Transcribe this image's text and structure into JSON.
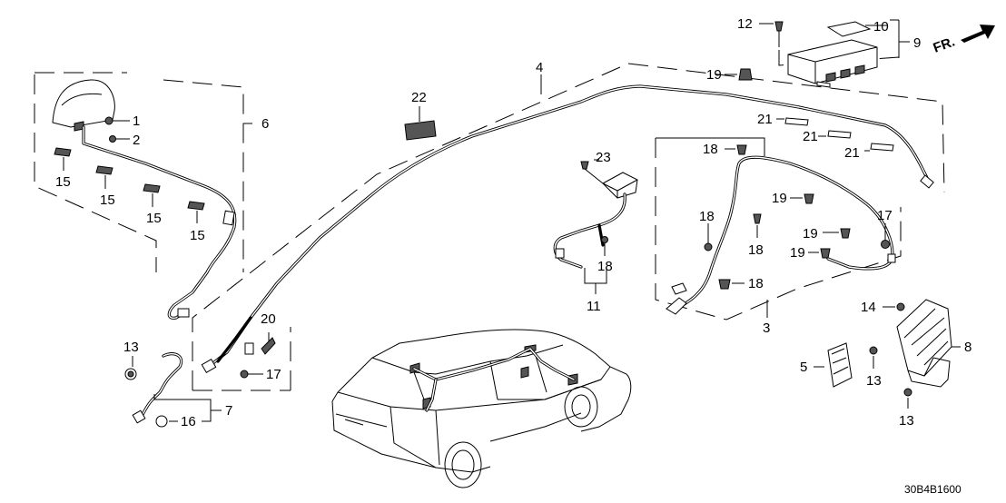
{
  "diagram": {
    "reference_code": "30B4B1600",
    "direction_label": "FR.",
    "callouts": {
      "c1": "1",
      "c2": "2",
      "c3": "3",
      "c4": "4",
      "c5": "5",
      "c6": "6",
      "c7": "7",
      "c8": "8",
      "c9": "9",
      "c10": "10",
      "c11": "11",
      "c12": "12",
      "c13a": "13",
      "c13b": "13",
      "c13c": "13",
      "c14": "14",
      "c15a": "15",
      "c15b": "15",
      "c15c": "15",
      "c15d": "15",
      "c16": "16",
      "c17a": "17",
      "c17b": "17",
      "c18a": "18",
      "c18b": "18",
      "c18c": "18",
      "c18d": "18",
      "c18e": "18",
      "c19a": "19",
      "c19b": "19",
      "c19c": "19",
      "c19d": "19",
      "c20": "20",
      "c21a": "21",
      "c21b": "21",
      "c21c": "21",
      "c22": "22",
      "c23": "23"
    },
    "icons": [
      "direction-arrow-icon",
      "shark-fin-antenna-icon",
      "control-unit-icon",
      "vehicle-outline-icon"
    ]
  }
}
